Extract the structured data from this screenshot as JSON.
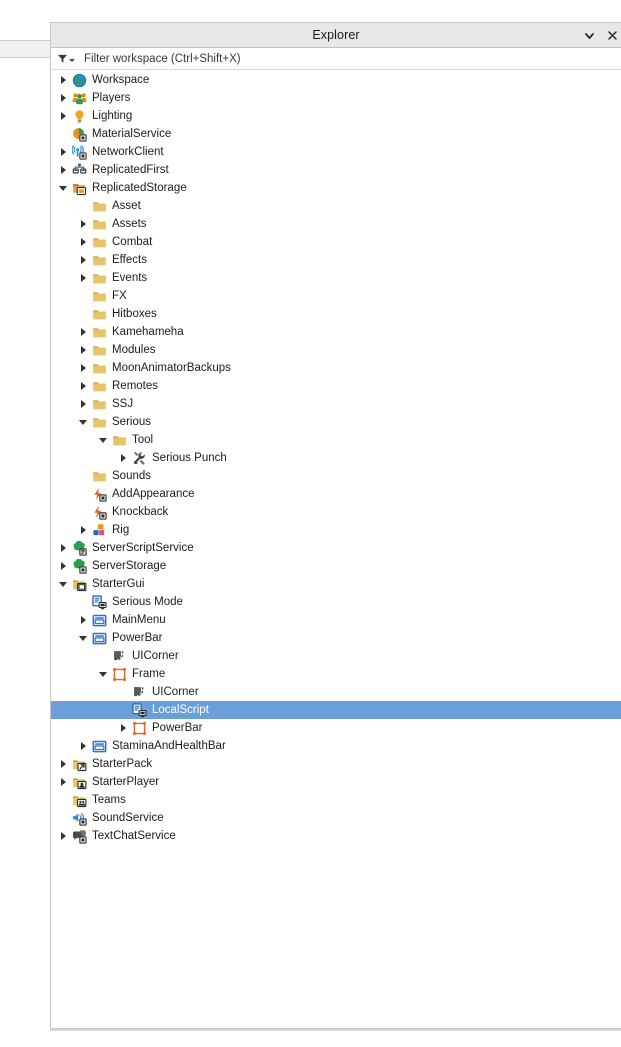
{
  "window": {
    "title": "Explorer",
    "chevron_icon": "chevron-down-icon",
    "close_icon": "close-icon"
  },
  "filter": {
    "icon": "funnel-filter-icon",
    "value": "",
    "placeholder": "Filter workspace (Ctrl+Shift+X)"
  },
  "colors": {
    "selection": "#6b9fd9",
    "titlebar": "#e8e8e8",
    "folder": "#e8c46a",
    "script": "#2b6cb0",
    "remote_event": "#e8641e",
    "gui": "#2a6fd6",
    "frame": "#e8641e",
    "panel_border": "#c6c6c6"
  },
  "tree": {
    "items": [
      {
        "label": "Workspace",
        "depth": 0,
        "arrow": "right",
        "icon": "workspace-icon",
        "selected": false
      },
      {
        "label": "Players",
        "depth": 0,
        "arrow": "right",
        "icon": "players-icon",
        "selected": false
      },
      {
        "label": "Lighting",
        "depth": 0,
        "arrow": "right",
        "icon": "lighting-icon",
        "selected": false
      },
      {
        "label": "MaterialService",
        "depth": 0,
        "arrow": "none",
        "icon": "material-service-icon",
        "selected": false
      },
      {
        "label": "NetworkClient",
        "depth": 0,
        "arrow": "right",
        "icon": "network-client-icon",
        "selected": false
      },
      {
        "label": "ReplicatedFirst",
        "depth": 0,
        "arrow": "right",
        "icon": "replicated-first-icon",
        "selected": false
      },
      {
        "label": "ReplicatedStorage",
        "depth": 0,
        "arrow": "down",
        "icon": "replicated-storage-icon",
        "selected": false
      },
      {
        "label": "Asset",
        "depth": 1,
        "arrow": "none",
        "icon": "folder-icon",
        "selected": false
      },
      {
        "label": "Assets",
        "depth": 1,
        "arrow": "right",
        "icon": "folder-icon",
        "selected": false
      },
      {
        "label": "Combat",
        "depth": 1,
        "arrow": "right",
        "icon": "folder-icon",
        "selected": false
      },
      {
        "label": "Effects",
        "depth": 1,
        "arrow": "right",
        "icon": "folder-icon",
        "selected": false
      },
      {
        "label": "Events",
        "depth": 1,
        "arrow": "right",
        "icon": "folder-icon",
        "selected": false
      },
      {
        "label": "FX",
        "depth": 1,
        "arrow": "none",
        "icon": "folder-icon",
        "selected": false
      },
      {
        "label": "Hitboxes",
        "depth": 1,
        "arrow": "none",
        "icon": "folder-icon",
        "selected": false
      },
      {
        "label": "Kamehameha",
        "depth": 1,
        "arrow": "right",
        "icon": "folder-icon",
        "selected": false
      },
      {
        "label": "Modules",
        "depth": 1,
        "arrow": "right",
        "icon": "folder-icon",
        "selected": false
      },
      {
        "label": "MoonAnimatorBackups",
        "depth": 1,
        "arrow": "right",
        "icon": "folder-icon",
        "selected": false
      },
      {
        "label": "Remotes",
        "depth": 1,
        "arrow": "right",
        "icon": "folder-icon",
        "selected": false
      },
      {
        "label": "SSJ",
        "depth": 1,
        "arrow": "right",
        "icon": "folder-icon",
        "selected": false
      },
      {
        "label": "Serious",
        "depth": 1,
        "arrow": "down",
        "icon": "folder-icon",
        "selected": false
      },
      {
        "label": "Tool",
        "depth": 2,
        "arrow": "down",
        "icon": "folder-icon",
        "selected": false
      },
      {
        "label": "Serious Punch",
        "depth": 3,
        "arrow": "right",
        "icon": "tool-icon",
        "selected": false
      },
      {
        "label": "Sounds",
        "depth": 1,
        "arrow": "none",
        "icon": "folder-icon",
        "selected": false
      },
      {
        "label": "AddAppearance",
        "depth": 1,
        "arrow": "none",
        "icon": "remote-event-icon",
        "selected": false
      },
      {
        "label": "Knockback",
        "depth": 1,
        "arrow": "none",
        "icon": "remote-event-icon",
        "selected": false
      },
      {
        "label": "Rig",
        "depth": 1,
        "arrow": "right",
        "icon": "model-icon",
        "selected": false
      },
      {
        "label": "ServerScriptService",
        "depth": 0,
        "arrow": "right",
        "icon": "server-script-service-icon",
        "selected": false
      },
      {
        "label": "ServerStorage",
        "depth": 0,
        "arrow": "right",
        "icon": "server-storage-icon",
        "selected": false
      },
      {
        "label": "StarterGui",
        "depth": 0,
        "arrow": "down",
        "icon": "starter-gui-icon",
        "selected": false
      },
      {
        "label": "Serious Mode",
        "depth": 1,
        "arrow": "none",
        "icon": "local-script-icon",
        "selected": false
      },
      {
        "label": "MainMenu",
        "depth": 1,
        "arrow": "right",
        "icon": "screen-gui-icon",
        "selected": false
      },
      {
        "label": "PowerBar",
        "depth": 1,
        "arrow": "down",
        "icon": "screen-gui-icon",
        "selected": false
      },
      {
        "label": "UICorner",
        "depth": 2,
        "arrow": "none",
        "icon": "ui-corner-icon",
        "selected": false
      },
      {
        "label": "Frame",
        "depth": 2,
        "arrow": "down",
        "icon": "frame-icon",
        "selected": false
      },
      {
        "label": "UICorner",
        "depth": 3,
        "arrow": "none",
        "icon": "ui-corner-icon",
        "selected": false
      },
      {
        "label": "LocalScript",
        "depth": 3,
        "arrow": "none",
        "icon": "local-script-icon",
        "selected": true
      },
      {
        "label": "PowerBar",
        "depth": 3,
        "arrow": "right",
        "icon": "frame-icon",
        "selected": false
      },
      {
        "label": "StaminaAndHealthBar",
        "depth": 1,
        "arrow": "right",
        "icon": "screen-gui-icon",
        "selected": false
      },
      {
        "label": "StarterPack",
        "depth": 0,
        "arrow": "right",
        "icon": "starter-pack-icon",
        "selected": false
      },
      {
        "label": "StarterPlayer",
        "depth": 0,
        "arrow": "right",
        "icon": "starter-player-icon",
        "selected": false
      },
      {
        "label": "Teams",
        "depth": 0,
        "arrow": "none",
        "icon": "teams-icon",
        "selected": false
      },
      {
        "label": "SoundService",
        "depth": 0,
        "arrow": "none",
        "icon": "sound-service-icon",
        "selected": false
      },
      {
        "label": "TextChatService",
        "depth": 0,
        "arrow": "right",
        "icon": "text-chat-service-icon",
        "selected": false
      }
    ]
  }
}
